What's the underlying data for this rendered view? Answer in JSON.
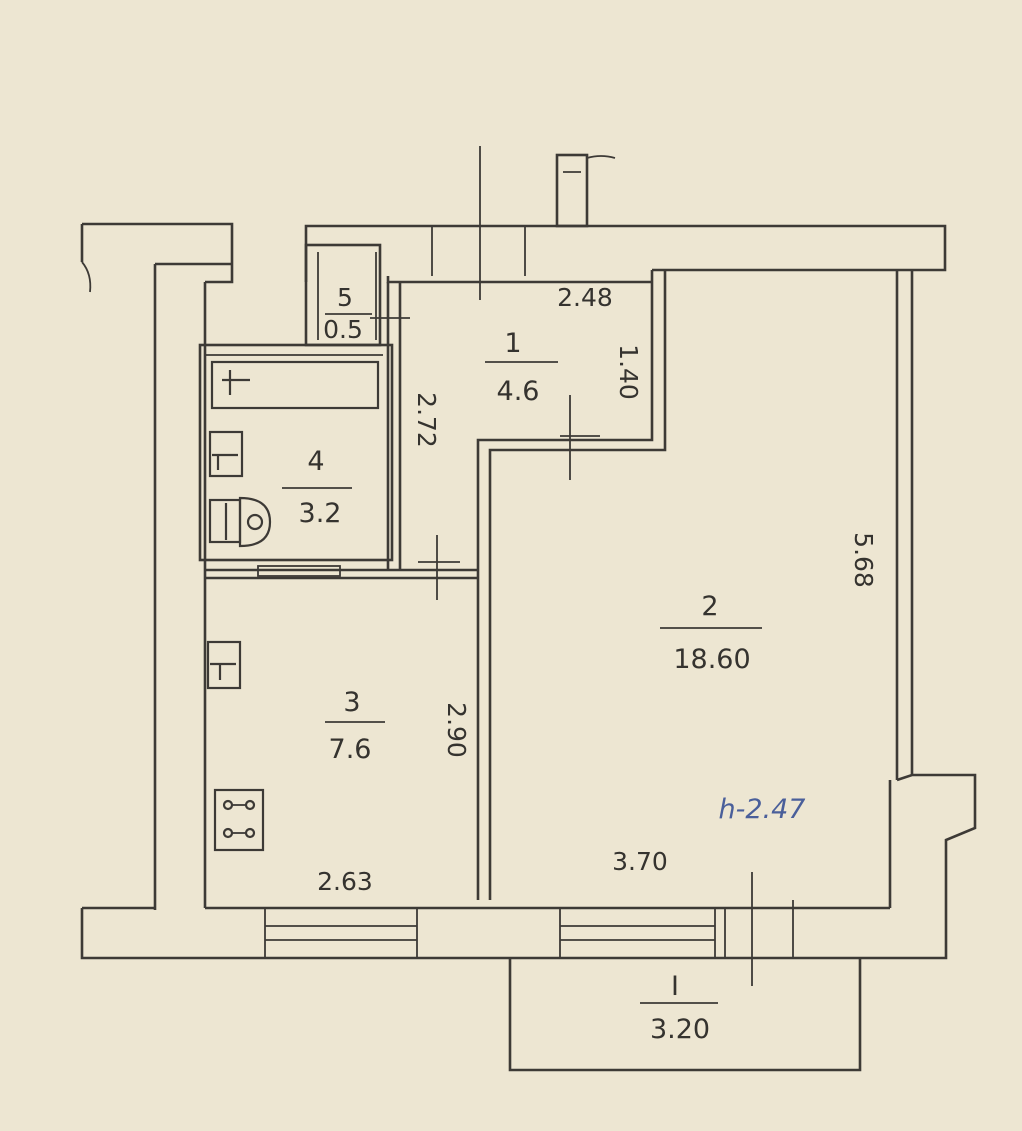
{
  "rooms": {
    "r1": {
      "number": "1",
      "area": "4.6"
    },
    "r2": {
      "number": "2",
      "area": "18.60"
    },
    "r3": {
      "number": "3",
      "area": "7.6"
    },
    "r4": {
      "number": "4",
      "area": "3.2"
    },
    "r5": {
      "number": "5",
      "area": "0.5"
    },
    "balcony": {
      "number": "I",
      "area": "3.20"
    }
  },
  "dimensions": {
    "hall_width": "2.48",
    "hall_depth": "1.40",
    "bath_length": "2.72",
    "living_length": "5.68",
    "kitchen_length": "2.90",
    "kitchen_width": "2.63",
    "living_width": "3.70"
  },
  "ceiling_height": "h-2.47",
  "colors": {
    "paper": "#ede6d2",
    "line": "#3d3a36",
    "annotation_ink": "#4a5f9a"
  },
  "icons": [
    "sink-icon",
    "bathtub-icon",
    "toilet-icon",
    "stove-icon",
    "ventilation-shaft-icon"
  ]
}
